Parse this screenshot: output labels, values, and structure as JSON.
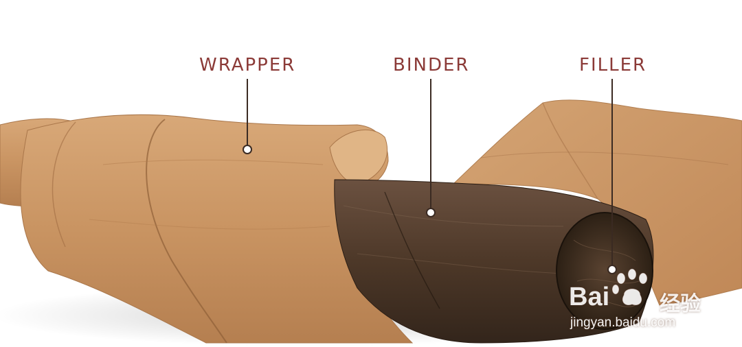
{
  "labels": {
    "wrapper": "WRAPPER",
    "binder": "BINDER",
    "filler": "FILLER"
  },
  "watermark": {
    "logo_text": "Bai",
    "brand_cn": "经验",
    "url": "jingyan.baidu.com"
  },
  "colors": {
    "label": "#8b3a37",
    "leaf_light": "#d3a071",
    "leaf_mid": "#c18a5c",
    "binder_dark": "#4a3527",
    "filler_dark": "#2e2219"
  }
}
